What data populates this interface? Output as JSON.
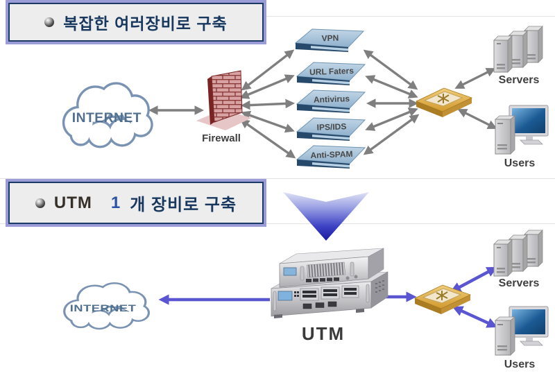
{
  "diagram": {
    "top": {
      "title": {
        "bullet_icon": "sphere-bullet",
        "text": "복잡한 여러장비로 구축"
      },
      "internet": "INTERNET",
      "firewall": "Firewall",
      "devices": [
        {
          "label": "VPN"
        },
        {
          "label": "URL Faters"
        },
        {
          "label": "Antivirus"
        },
        {
          "label": "IPS/IDS"
        },
        {
          "label": "Anti-SPAM"
        }
      ],
      "switch_icon": "network-switch",
      "servers": "Servers",
      "users": "Users"
    },
    "bottom": {
      "title": {
        "bullet_icon": "sphere-bullet",
        "utm": "UTM",
        "count": "1",
        "rest": "개 장비로 구축"
      },
      "internet": "INTERNET",
      "utm": "UTM",
      "switch_icon": "network-switch",
      "servers": "Servers",
      "users": "Users"
    },
    "colors": {
      "title_text": "#17375e",
      "title_border": "#1b3a66",
      "title_glow": "#9b9bd8",
      "title_fill": "#ededed",
      "gray_arrow": "#7f7f7f",
      "blue_arrow": "#5a55d0",
      "appliance_top": "#a9c2d8",
      "switch_body": "#e2af4a",
      "cloud_outline": "#7b93b3",
      "internet_text": "#51708f",
      "icon_label": "#3f3f3f",
      "transition_arrow_top": "#dfe2f4",
      "transition_arrow_bottom": "#1a1a9e"
    }
  }
}
